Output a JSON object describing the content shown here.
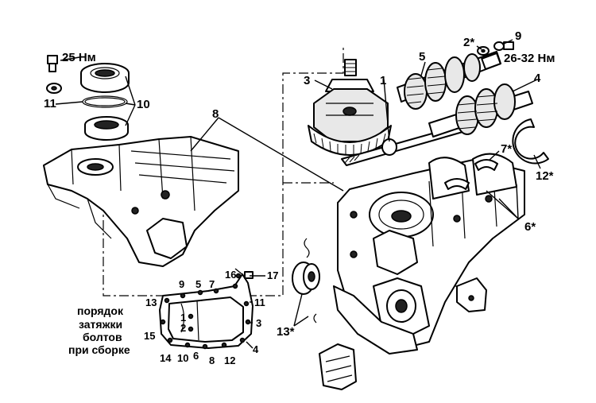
{
  "labels": {
    "torque_plug": "25 Нм",
    "torque_bolt": "26-32 Нм",
    "callout_1": "1",
    "callout_2": "2*",
    "callout_3": "3",
    "callout_4": "4",
    "callout_5": "5",
    "callout_6": "6*",
    "callout_7": "7*",
    "callout_8": "8",
    "callout_9": "9",
    "callout_10": "10",
    "callout_11": "11",
    "callout_12": "12*",
    "callout_13": "13*"
  },
  "caption": {
    "line1": "порядок",
    "line2": "затяжки",
    "line3": "болтов",
    "line4": "при сборке"
  },
  "bolt_order": {
    "n1": "1",
    "n2": "2",
    "n3": "3",
    "n4": "4",
    "n5": "5",
    "n6": "6",
    "n7": "7",
    "n8": "8",
    "n9": "9",
    "n10": "10",
    "n11": "11",
    "n12": "12",
    "n13": "13",
    "n14": "14",
    "n15": "15",
    "n16": "16",
    "n17": "17"
  }
}
